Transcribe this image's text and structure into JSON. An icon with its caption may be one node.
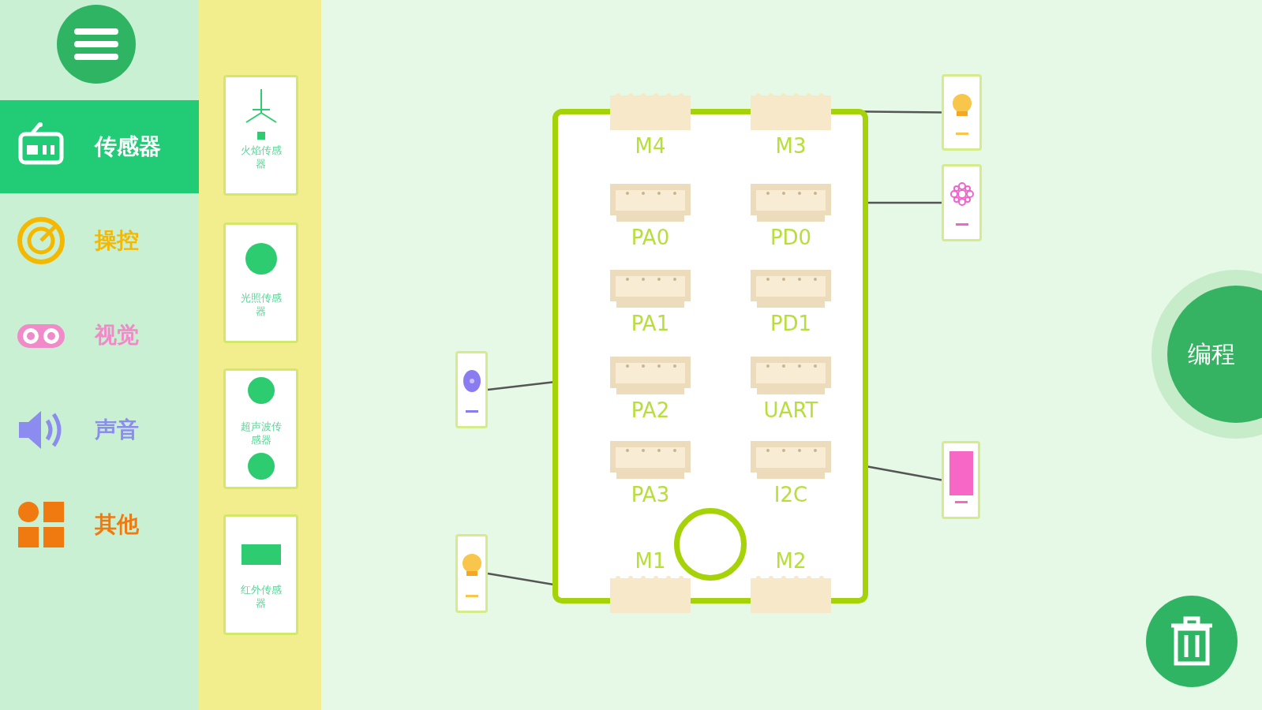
{
  "diagram": {
    "nodes": [
      {
        "text": [],
        "shape": "circle"
      },
      {
        "text": [
          "传感器"
        ]
      },
      {
        "text": [
          "操控"
        ]
      },
      {
        "text": [
          "视觉"
        ]
      },
      {
        "text": [
          "声音"
        ]
      },
      {
        "text": [
          "其他"
        ]
      },
      {
        "text": [
          "火焰传感器"
        ]
      },
      {
        "text": [
          "光照传感器"
        ]
      },
      {
        "text": [
          "超声波传感器"
        ]
      },
      {
        "text": [
          "红外传感器"
        ]
      },
      {
        "text": [],
        "shape": "box"
      },
      {
        "text": [
          "M4"
        ],
        "in": 10
      },
      {
        "text": [
          "M3"
        ],
        "in": 10
      },
      {
        "text": [
          "PA0"
        ],
        "in": 10
      },
      {
        "text": [
          "PD0"
        ],
        "in": 10
      },
      {
        "text": [
          "PA1"
        ],
        "in": 10
      },
      {
        "text": [
          "PD1"
        ],
        "in": 10
      },
      {
        "text": [
          "PA2"
        ],
        "in": 10
      },
      {
        "text": [
          "UART"
        ],
        "in": 10
      },
      {
        "text": [
          "PA3"
        ],
        "in": 10
      },
      {
        "text": [
          "I2C"
        ],
        "in": 10
      },
      {
        "text": [
          "M1"
        ],
        "in": 10
      },
      {
        "text": [
          "M2"
        ],
        "in": 10
      },
      {
        "text": [],
        "shape": "circle",
        "in": 10
      },
      {
        "text": [],
        "shape": "box"
      },
      {
        "text": [],
        "shape": "box"
      },
      {
        "text": [],
        "shape": "box"
      },
      {
        "text": [],
        "shape": "box"
      },
      {
        "text": [],
        "shape": "box"
      },
      {
        "text": [
          "编程"
        ]
      },
      {
        "text": [],
        "shape": "circle"
      }
    ],
    "edges": [
      {
        "from": 12,
        "to": 24,
        "arrow": "none"
      },
      {
        "from": 14,
        "to": 25,
        "arrow": "none"
      },
      {
        "from": 26,
        "to": 17,
        "arrow": "none"
      },
      {
        "from": 20,
        "to": 27,
        "arrow": "none"
      },
      {
        "from": 28,
        "to": 21,
        "arrow": "none"
      }
    ]
  }
}
